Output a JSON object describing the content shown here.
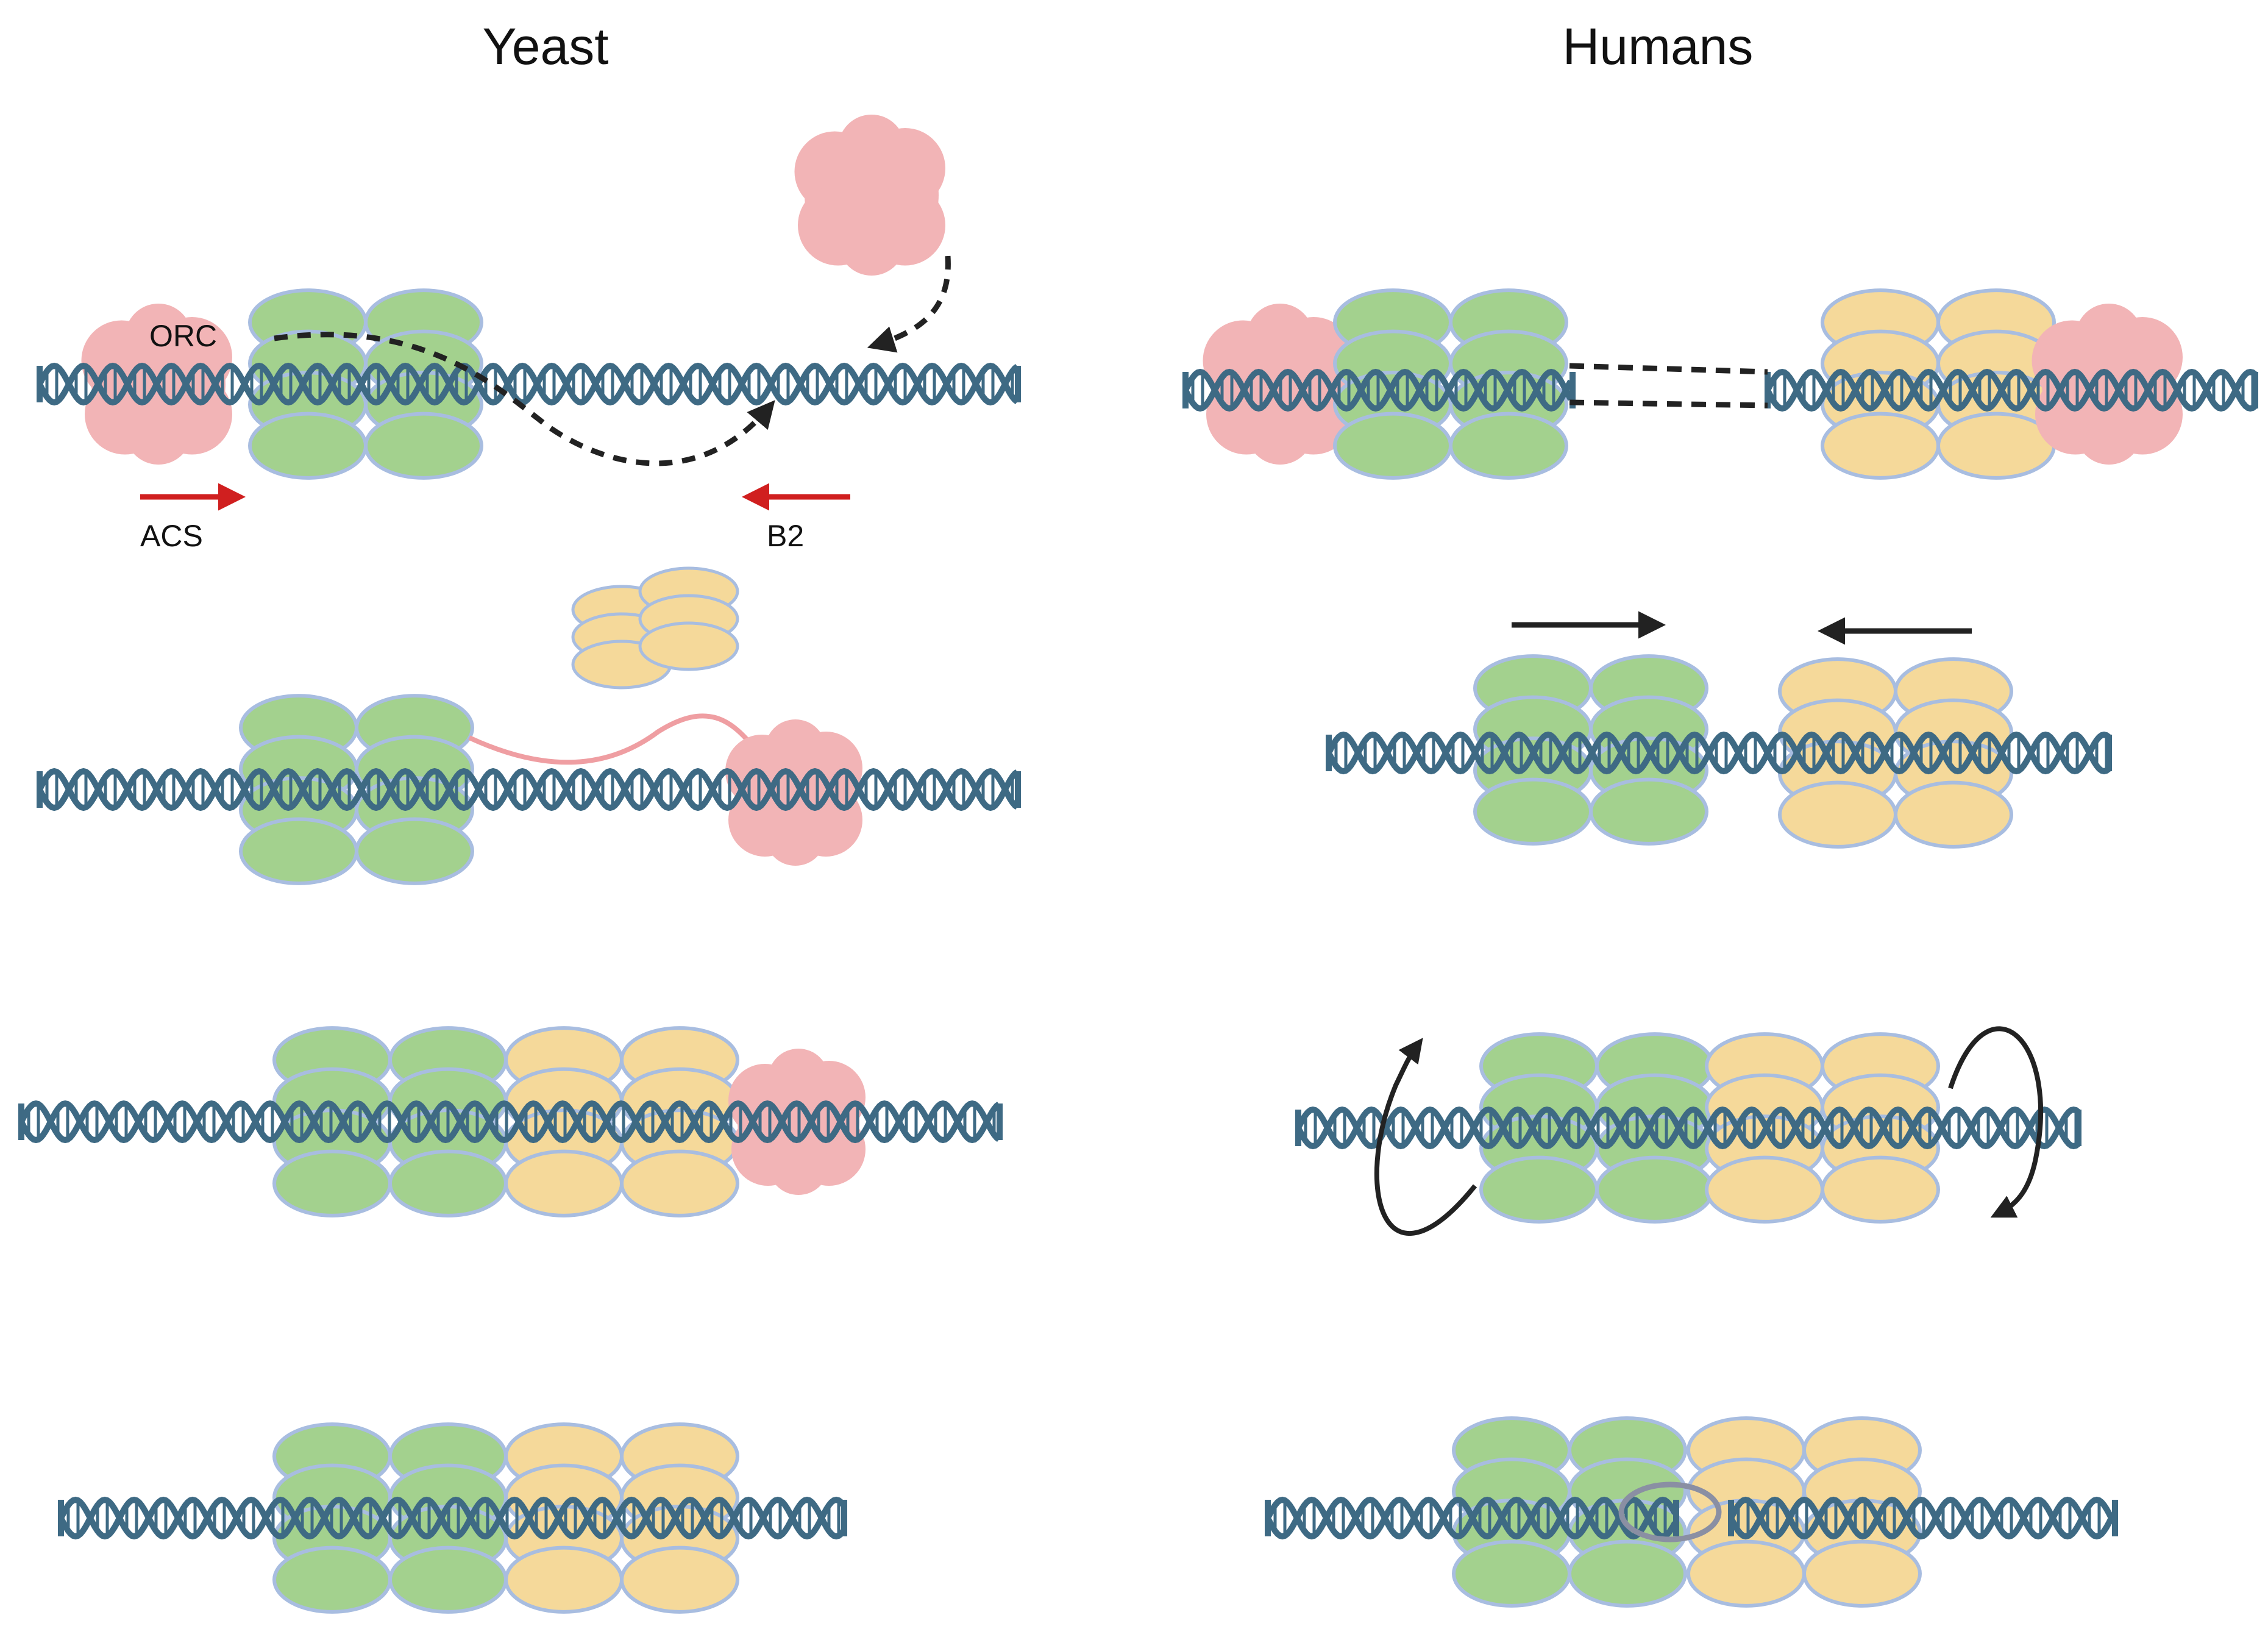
{
  "headings": {
    "left": "Yeast",
    "right": "Humans"
  },
  "labels": {
    "orc": "ORC",
    "acs": "ACS",
    "b2": "B2"
  },
  "colors": {
    "dna": "#3e6a84",
    "mcm_green": "#a3d18e",
    "mcm_yellow": "#f5d99a",
    "mcm_outline": "#a8bde0",
    "orc_pink": "#f2b4b6",
    "arrow_red": "#d01f1f",
    "arrow_black": "#222222"
  }
}
